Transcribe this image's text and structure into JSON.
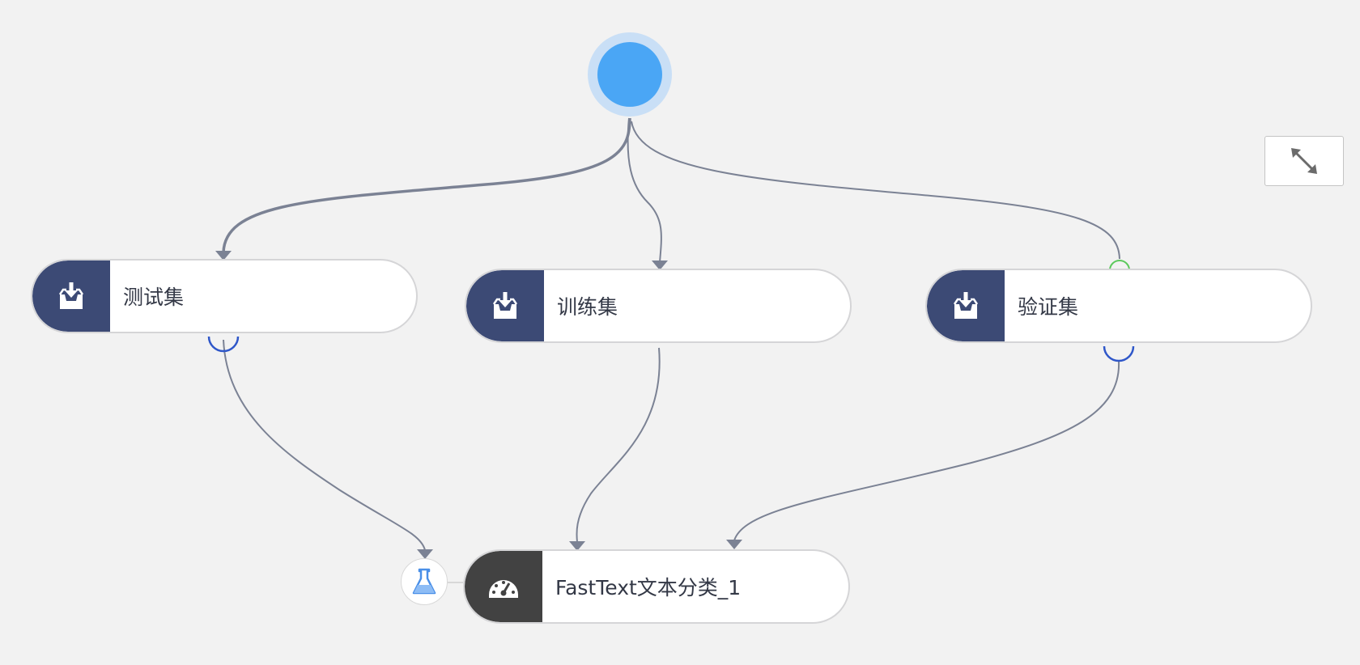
{
  "diagram": {
    "nodes": {
      "test_set": {
        "label": "测试集",
        "icon": "dataset-inbox-icon"
      },
      "train_set": {
        "label": "训练集",
        "icon": "dataset-inbox-icon"
      },
      "val_set": {
        "label": "验证集",
        "icon": "dataset-inbox-icon"
      },
      "fasttext": {
        "label": "FastText文本分类_1",
        "icon": "dashboard-gauge-icon"
      }
    },
    "start_node": {
      "icon": "start-circle"
    },
    "edges": [
      {
        "from": "start",
        "to": "test_set"
      },
      {
        "from": "start",
        "to": "train_set"
      },
      {
        "from": "start",
        "to": "val_set"
      },
      {
        "from": "test_set",
        "to": "eval_badge"
      },
      {
        "from": "train_set",
        "to": "fasttext"
      },
      {
        "from": "val_set",
        "to": "fasttext"
      }
    ],
    "controls": {
      "fit_icon": "expand-arrows-icon"
    },
    "eval_badge_icon": "flask-icon"
  },
  "colors": {
    "background": "#f2f2f2",
    "node_icon_bg": "#3c4a75",
    "model_icon_bg": "#424242",
    "edge": "#7b8294",
    "port_blue": "#2f57c9",
    "port_green": "#5cc95c",
    "start_outer": "#c9dff6",
    "start_inner": "#4aa6f5"
  }
}
